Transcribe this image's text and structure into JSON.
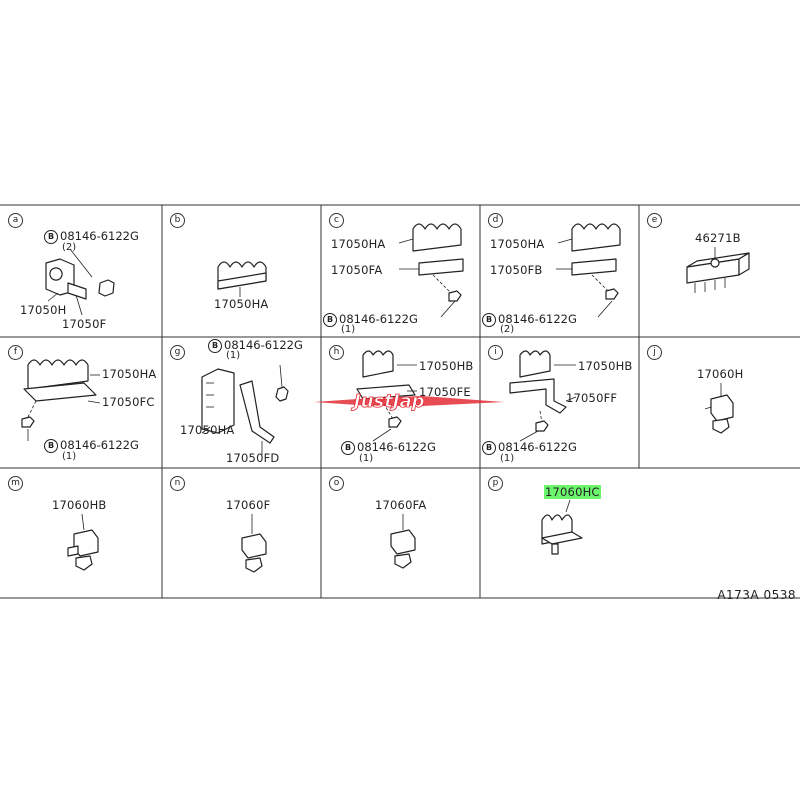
{
  "diagram_code": "A173A 0538",
  "watermark": {
    "text": "JustJap",
    "color": "#e32b35"
  },
  "highlight_color": "#6cf56c",
  "cells": {
    "a": {
      "letter": "a",
      "bolt_no": "08146-6122G",
      "bolt_qty": "(2)",
      "labels": [
        "17050H",
        "17050F"
      ]
    },
    "b": {
      "letter": "b",
      "labels": [
        "17050HA"
      ]
    },
    "c": {
      "letter": "c",
      "labels": [
        "17050HA",
        "17050FA"
      ],
      "bolt_no": "08146-6122G",
      "bolt_qty": "(1)"
    },
    "d": {
      "letter": "d",
      "labels": [
        "17050HA",
        "17050FB"
      ],
      "bolt_no": "08146-6122G",
      "bolt_qty": "(2)"
    },
    "e": {
      "letter": "e",
      "labels": [
        "46271B"
      ]
    },
    "f": {
      "letter": "f",
      "labels": [
        "17050HA",
        "17050FC"
      ],
      "bolt_no": "08146-6122G",
      "bolt_qty": "(1)"
    },
    "g": {
      "letter": "g",
      "bolt_no": "08146-6122G",
      "bolt_qty": "(1)",
      "labels": [
        "17050HA",
        "17050FD"
      ]
    },
    "h": {
      "letter": "h",
      "labels": [
        "17050HB",
        "17050FE"
      ],
      "bolt_no": "08146-6122G",
      "bolt_qty": "(1)"
    },
    "i": {
      "letter": "i",
      "labels": [
        "17050HB",
        "17050FF"
      ],
      "bolt_no": "08146-6122G",
      "bolt_qty": "(1)"
    },
    "j": {
      "letter": "j",
      "labels": [
        "17060H"
      ]
    },
    "m": {
      "letter": "m",
      "labels": [
        "17060HB"
      ]
    },
    "n": {
      "letter": "n",
      "labels": [
        "17060F"
      ]
    },
    "o": {
      "letter": "o",
      "labels": [
        "17060FA"
      ]
    },
    "p": {
      "letter": "p",
      "labels": [
        "17060HC"
      ]
    }
  },
  "bolt_marker": "B"
}
